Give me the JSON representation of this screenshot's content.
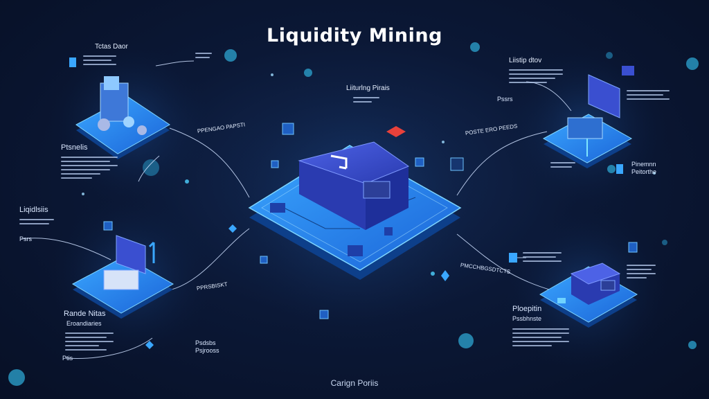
{
  "title": "Liquidity Mining",
  "footer": "Carign Poriis",
  "center": {
    "label": "Liiturlng Pirais",
    "connector_labels": [
      "PPENGAO PAPSTI",
      "POSTE ERO PEEDS",
      "PPRSBISKT",
      "PMCCHBGSDTCTS"
    ]
  },
  "top_left": {
    "title": "Tctas Daor",
    "heading": "Ptsnelis"
  },
  "top_right": {
    "title": "Liistip dtov",
    "badge": "Pssrs",
    "side_label": "Pinemnn\nPeitorthe"
  },
  "mid_left": {
    "title": "Liqidlsiis",
    "badge": "Psrs"
  },
  "bottom_left": {
    "title": "Rande Nitas",
    "subtitle": "Eroandiaries",
    "badge": "Ptis",
    "side_label": "Psdsbs\nPsjrooss"
  },
  "bottom_right": {
    "title": "Ploepitin",
    "subtitle": "Pssbhnste"
  },
  "colors": {
    "accent": "#2f8cff",
    "glow": "#4fd2ff",
    "block": "#3447c8",
    "warn": "#e8413b"
  }
}
